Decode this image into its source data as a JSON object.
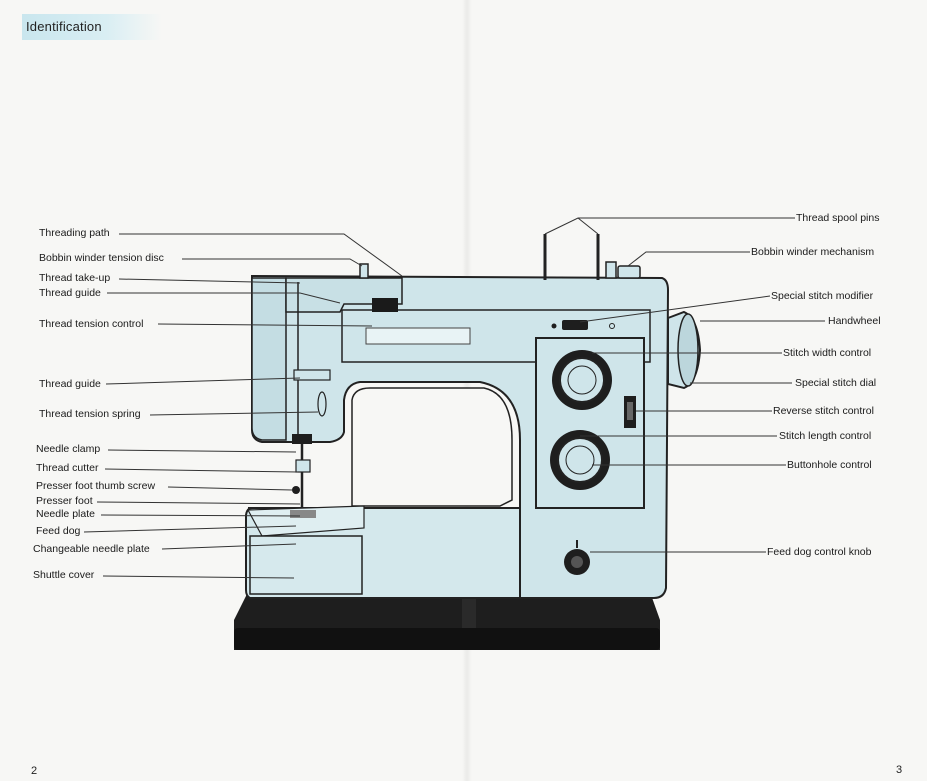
{
  "header": {
    "title": "Identification"
  },
  "pages": {
    "left": "2",
    "right": "3"
  },
  "labels_left": [
    {
      "id": "threading-path",
      "text": "Threading path"
    },
    {
      "id": "bobbin-winder-tension-disc",
      "text": "Bobbin winder tension disc"
    },
    {
      "id": "thread-take-up",
      "text": "Thread take-up"
    },
    {
      "id": "thread-guide-upper",
      "text": "Thread guide"
    },
    {
      "id": "thread-tension-control",
      "text": "Thread tension control"
    },
    {
      "id": "thread-guide-lower",
      "text": "Thread guide"
    },
    {
      "id": "thread-tension-spring",
      "text": "Thread tension spring"
    },
    {
      "id": "needle-clamp",
      "text": "Needle clamp"
    },
    {
      "id": "thread-cutter",
      "text": "Thread cutter"
    },
    {
      "id": "presser-foot-thumb-screw",
      "text": "Presser foot thumb screw"
    },
    {
      "id": "presser-foot",
      "text": "Presser foot"
    },
    {
      "id": "needle-plate",
      "text": "Needle plate"
    },
    {
      "id": "feed-dog",
      "text": "Feed dog"
    },
    {
      "id": "changeable-needle-plate",
      "text": "Changeable needle plate"
    },
    {
      "id": "shuttle-cover",
      "text": "Shuttle cover"
    }
  ],
  "labels_right": [
    {
      "id": "thread-spool-pins",
      "text": "Thread spool pins"
    },
    {
      "id": "bobbin-winder-mechanism",
      "text": "Bobbin winder mechanism"
    },
    {
      "id": "special-stitch-modifier",
      "text": "Special stitch modifier"
    },
    {
      "id": "handwheel",
      "text": "Handwheel"
    },
    {
      "id": "stitch-width-control",
      "text": "Stitch width control"
    },
    {
      "id": "special-stitch-dial",
      "text": "Special stitch dial"
    },
    {
      "id": "reverse-stitch-control",
      "text": "Reverse stitch control"
    },
    {
      "id": "stitch-length-control",
      "text": "Stitch length control"
    },
    {
      "id": "buttonhole-control",
      "text": "Buttonhole control"
    },
    {
      "id": "feed-dog-control-knob",
      "text": "Feed dog control knob"
    }
  ],
  "colors": {
    "machine_body": "#cfe5ea",
    "machine_outline": "#222222",
    "base": "#1e1e1e",
    "title_bar": "#c9e6ee"
  }
}
